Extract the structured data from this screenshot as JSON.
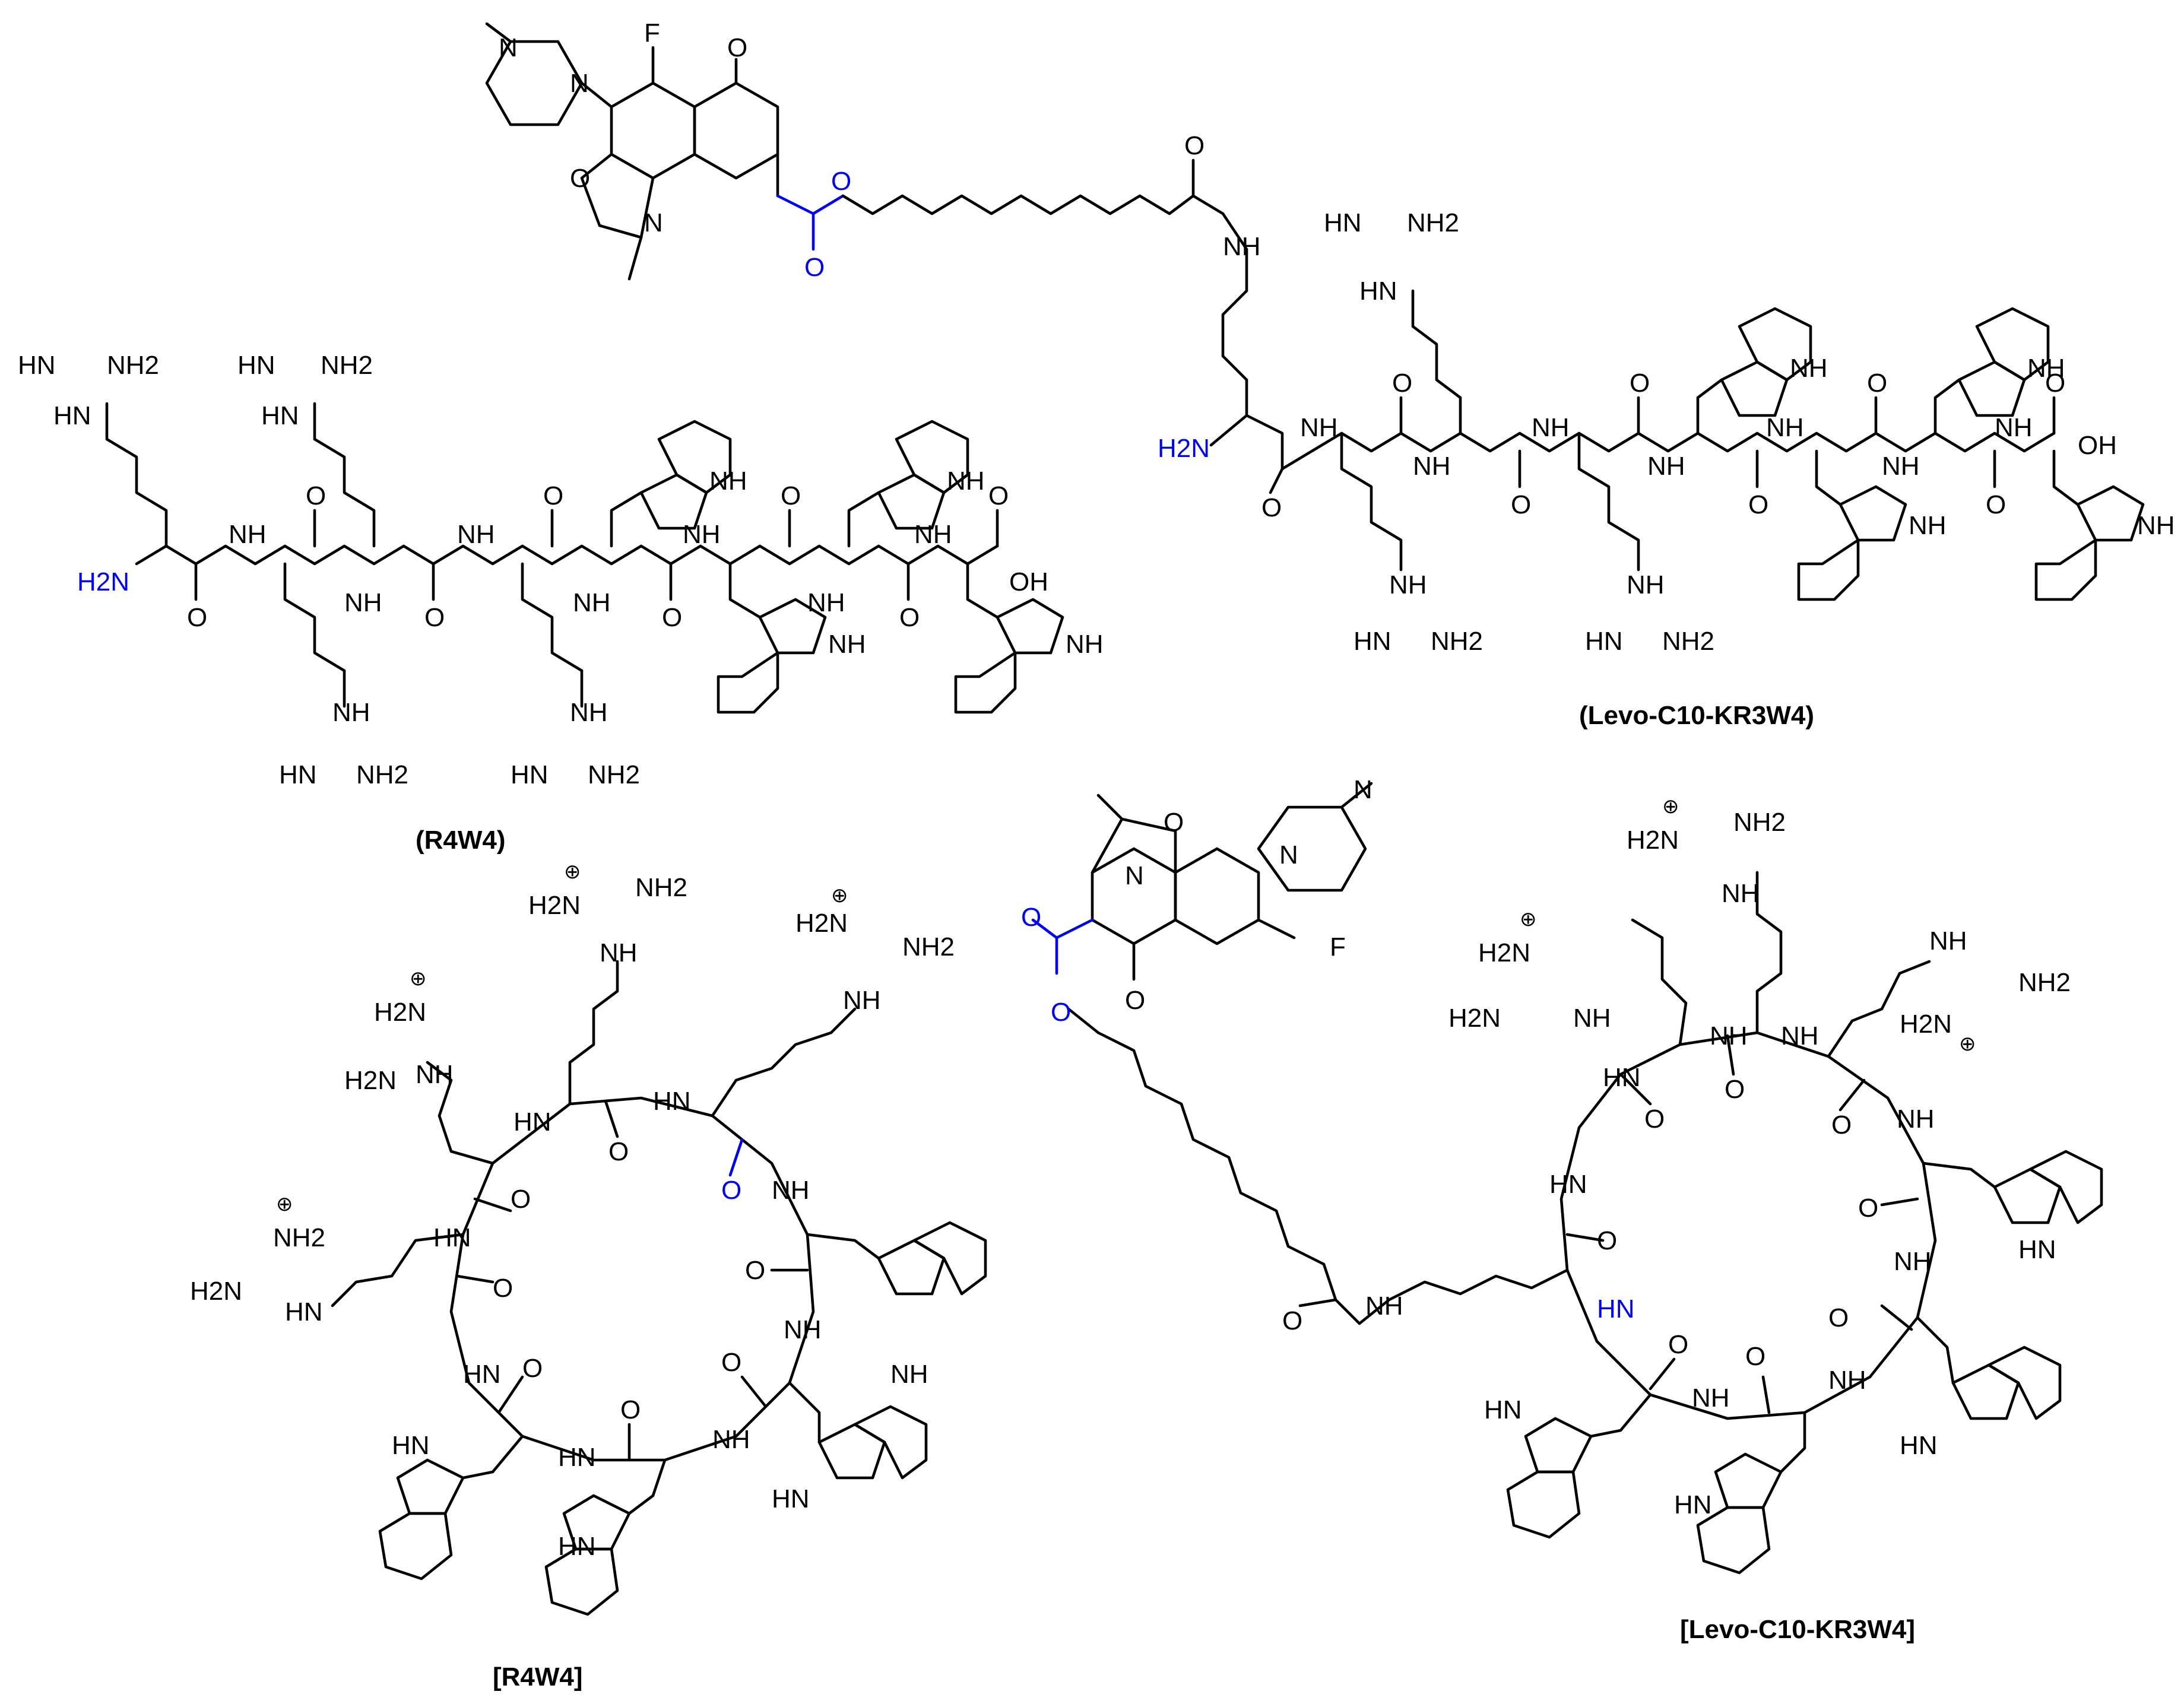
{
  "figure": {
    "compounds": [
      {
        "id": "linear-r4w4",
        "label": "(R4W4)"
      },
      {
        "id": "linear-levo",
        "label": "(Levo-C10-KR3W4)"
      },
      {
        "id": "cyclic-r4w4",
        "label": "[R4W4]"
      },
      {
        "id": "cyclic-levo",
        "label": "[Levo-C10-KR3W4]"
      }
    ],
    "atom_labels": {
      "guanidine_imine": "HN",
      "guanidine_amine": "NH2",
      "guanidinium": "H2N",
      "amide_nh": "NH",
      "amide_hn": "HN",
      "n_terminus": "H2N",
      "carbonyl_o": "O",
      "acid": "OH",
      "indole_nh": "NH",
      "ring_n": "N",
      "ring_o": "O",
      "fluorine": "F",
      "plus": "⊕"
    }
  },
  "colors": {
    "bond": "#000000",
    "highlight": "#0000ff",
    "background": "#ffffff"
  }
}
